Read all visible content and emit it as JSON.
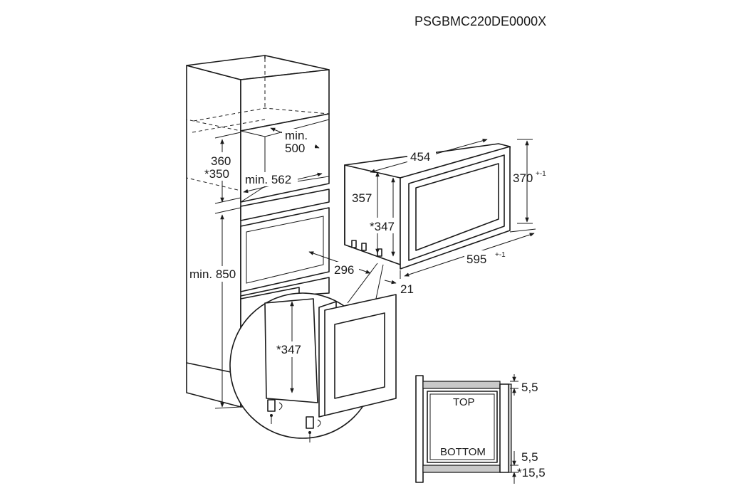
{
  "model_code": "PSGBMC220DE0000X",
  "dimensions": {
    "niche_min_width": "min.",
    "niche_min_width_value": "500",
    "niche_height": "360",
    "niche_height_alt": "*350",
    "niche_min_depth": "min. 562",
    "column_min_height": "min. 850",
    "device_width": "454",
    "device_height": "370",
    "device_height_tol": "+-1",
    "device_body_height": "357",
    "device_body_height_star": "*347",
    "device_depth": "296",
    "front_width": "595",
    "front_width_tol": "+-1",
    "frame_thickness": "21",
    "detail_height": "*347"
  },
  "section": {
    "top_label": "TOP",
    "bottom_label": "BOTTOM",
    "gap_top": "5,5",
    "gap_bottom": "5,5",
    "gap_bottom_alt": "*15,5"
  }
}
